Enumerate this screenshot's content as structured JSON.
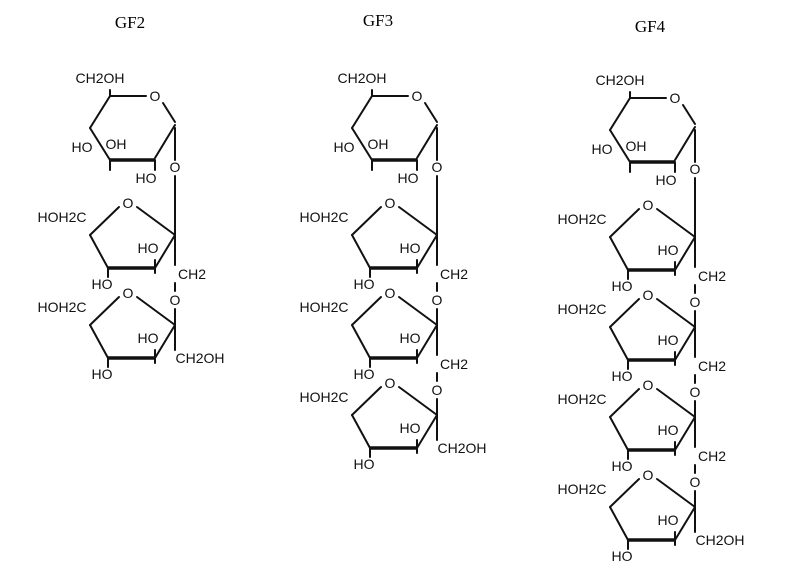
{
  "molecules": [
    {
      "id": "gf2",
      "title": "GF2",
      "fructose_units": 2
    },
    {
      "id": "gf3",
      "title": "GF3",
      "fructose_units": 3
    },
    {
      "id": "gf4",
      "title": "GF4",
      "fructose_units": 4
    }
  ],
  "labels": {
    "glucose_ch2oh": "CH2OH",
    "ring_oxygen": "O",
    "hydroxyl_left": "HO",
    "hydroxyl_right": "OH",
    "link_oxygen": "O",
    "hydroxymethyl": "HOH2C",
    "methylene": "CH2",
    "terminal_ch2oh": "CH2OH"
  },
  "colors": {
    "ink": "#111111",
    "background": "#ffffff"
  }
}
